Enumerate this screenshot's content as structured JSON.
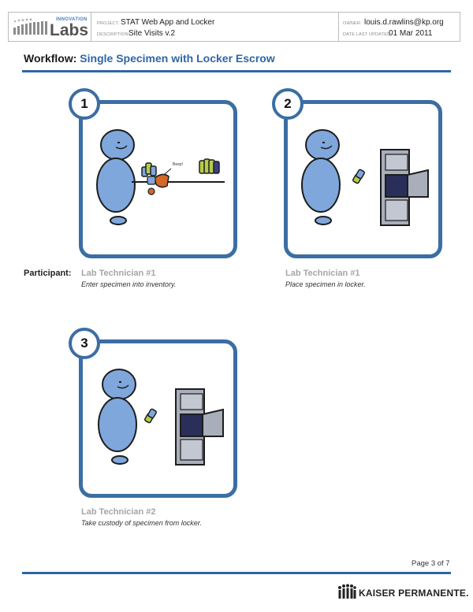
{
  "header": {
    "logo_small": "INNOVATION",
    "logo_big": "Labs",
    "project_label": "PROJECT:",
    "project_value": "STAT Web App and Locker",
    "description_label": "DESCRIPTION:",
    "description_value": "Site Visits v.2",
    "owner_label": "OWNER:",
    "owner_value": "louis.d.rawlins@kp.org",
    "date_label": "DATE LAST UPDATED:",
    "date_value": "01 Mar 2011"
  },
  "title": {
    "prefix": "Workflow:",
    "main": "Single Specimen with Locker Escrow"
  },
  "participant_label": "Participant:",
  "steps": [
    {
      "number": "1",
      "role": "Lab Technician #1",
      "description": "Enter specimen into inventory.",
      "bubble": "Beep!"
    },
    {
      "number": "2",
      "role": "Lab Technician #1",
      "description": "Place specimen in locker."
    },
    {
      "number": "3",
      "role": "Lab Technician #2",
      "description": "Take custody of specimen from locker."
    }
  ],
  "footer": {
    "page": "Page 3 of 7",
    "brand": "KAISER PERMANENTE."
  },
  "colors": {
    "accent": "#2f66a6",
    "panel_border": "#3b6ea3",
    "person": "#7fa7dc",
    "locker": "#a9aebb",
    "locker_slot": "#2a2f5a"
  }
}
